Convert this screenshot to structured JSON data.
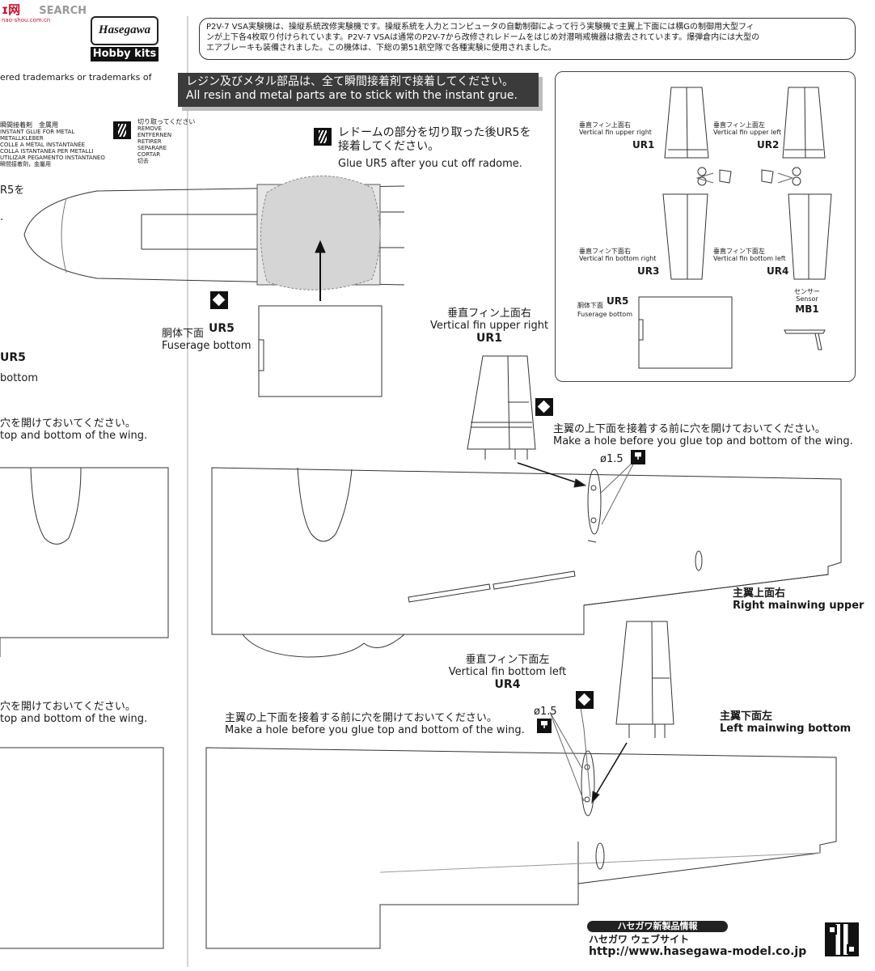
{
  "watermark": {
    "brand": "ɪ网",
    "text": "SEARCH",
    "url": "nao-shou.com.cn"
  },
  "logo": {
    "brand": "Hasegawa",
    "tagline": "Hobby kits"
  },
  "description": {
    "line1": "P2V-7 VSA実験機は、操縦系統改修実験機です。操縦系統を人力とコンピュータの自動制御によって行う実験機で主翼上下面には横Gの制御用大型フィ",
    "line2": "ンが上下各4枚取り付けられています。P2V-7 VSAは通常のP2V-7から改修されレドームをはじめ対潜哨戒機器は撤去されています。爆弾倉内には大型の",
    "line3": "エアブレーキも装備されました。この機体は、下総の第51航空隊で各種実験に使用されました。"
  },
  "trademarks": "ered trademarks or trademarks of",
  "banner": {
    "jp": "レジン及びメタル部品は、全て瞬間接着剤で接着してください。",
    "en": "All resin and metal parts are to stick with the  instant grue."
  },
  "glue_legend": {
    "jp": "瞬間接着剤　金属用",
    "lines": [
      "INSTANT GLUE FOR METAL",
      "METALLKLEBER",
      "COLLE A MÉTAL INSTANTANÉE",
      "COLLA ISTANTANEA PER METALLI",
      "UTILIZAR PEGAMENTO INSTANTANEO",
      "瞬間接着劑，金屬用"
    ]
  },
  "cut_legend": {
    "jp": "切り取ってください",
    "lines": [
      "REMOVE",
      "ENTFERNEN",
      "RETIRER",
      "SEPARARE",
      "CORTAR",
      "切去"
    ]
  },
  "left_cut": {
    "line1": "R5を",
    "line2": "."
  },
  "radome_note": {
    "jp": "レドームの部分を切り取った後UR5を",
    "jp2": "接着してください。",
    "en": "Glue UR5 after you cut off radome."
  },
  "ur5_main": {
    "jp": "胴体下面",
    "code": "UR5",
    "en": "Fuserage bottom"
  },
  "ur5_left": {
    "code": "UR5",
    "en": "bottom"
  },
  "ur1_main": {
    "jp": "垂直フィン上面右",
    "en": "Vertical fin upper right",
    "code": "UR1"
  },
  "ur4_main": {
    "jp": "垂直フィン下面左",
    "en": "Vertical fin bottom left",
    "code": "UR4"
  },
  "hole_note_right": {
    "jp": "主翼の上下面を接着する前に穴を開けておいてください。",
    "en": "Make  a hole before you glue top and bottom of the wing."
  },
  "hole_note_lower": {
    "jp": "主翼の上下面を接着する前に穴を開けておいてください。",
    "en": "Make  a hole before you glue top and bottom of the wing."
  },
  "left_hole_upper": {
    "jp": "穴を開けておいてください。",
    "en": "top and bottom of the wing."
  },
  "left_hole_lower": {
    "jp": "穴を開けておいてください。",
    "en": "top and bottom of the wing."
  },
  "drill_size_upper": "ø1.5",
  "drill_size_lower": "ø1.5",
  "right_wing_upper": {
    "jp": "主翼上面右",
    "en": "Right mainwing upper"
  },
  "left_wing_bottom": {
    "jp": "主翼下面左",
    "en": "Left mainwing bottom"
  },
  "inset": {
    "ur1": {
      "jp": "垂直フィン上面右",
      "en": "Vertical fin upper right",
      "code": "UR1"
    },
    "ur2": {
      "jp": "垂直フィン上面左",
      "en": "Vertical fin upper left",
      "code": "UR2"
    },
    "ur3": {
      "jp": "垂直フィン下面右",
      "en": "Vertical fin bottom right",
      "code": "UR3"
    },
    "ur4": {
      "jp": "垂直フィン下面左",
      "en": "Vertical fin bottom left",
      "code": "UR4"
    },
    "ur5": {
      "jp": "胴体下面",
      "code": "UR5",
      "en": "Fuserage bottom"
    },
    "mb1": {
      "jp": "センサー",
      "en": "Sensor",
      "code": "MB1"
    }
  },
  "footer": {
    "pill": "ハセガワ新製品情報",
    "site_jp": "ハセガワ ウェブサイト",
    "url": "http://www.hasegawa-model.co.jp"
  }
}
